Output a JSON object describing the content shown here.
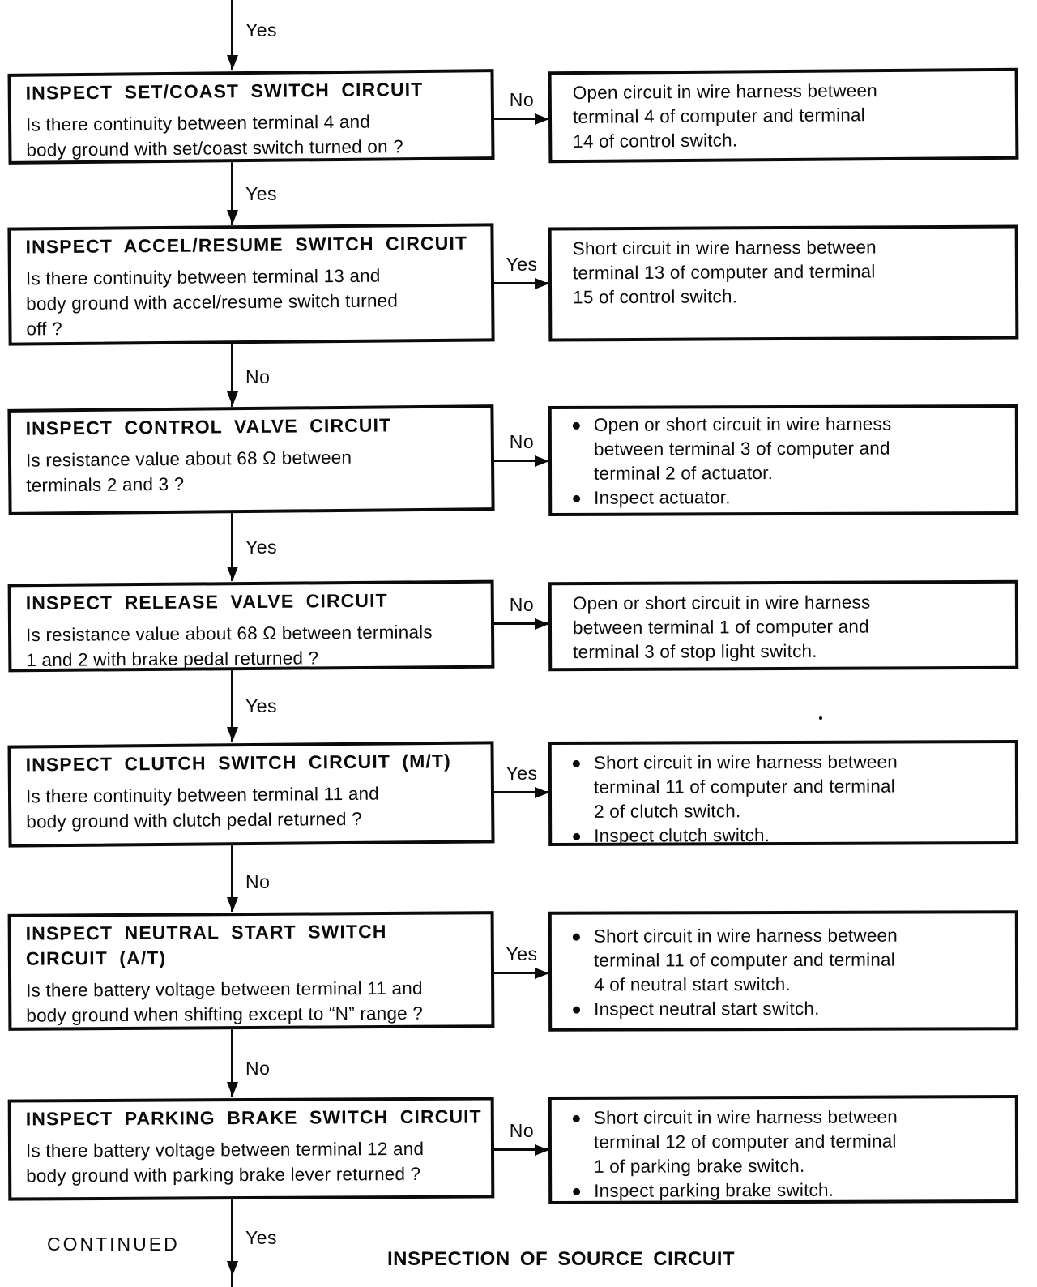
{
  "palette": {
    "ink": "#0b0b0b",
    "paper": "#ffffff"
  },
  "connectors": {
    "v0": "Yes",
    "v1": "Yes",
    "v2": "No",
    "v3": "Yes",
    "v4": "Yes",
    "v5": "No",
    "v6": "No",
    "v7": "Yes"
  },
  "rows": [
    {
      "branch": "No",
      "q_title_lines": [
        "INSPECT SET/COAST SWITCH CIRCUIT"
      ],
      "q_body_lines": [
        "Is there continuity between terminal 4 and",
        "body ground with set/coast switch turned on ?"
      ],
      "r_lines": [
        "Open circuit in wire harness between",
        "terminal 4 of computer and terminal",
        "14 of control switch."
      ]
    },
    {
      "branch": "Yes",
      "q_title_lines": [
        "INSPECT ACCEL/RESUME SWITCH CIRCUIT"
      ],
      "q_body_lines": [
        "Is there continuity between terminal 13 and",
        "body ground with accel/resume switch turned",
        "off ?"
      ],
      "r_lines": [
        "Short circuit in wire harness between",
        "terminal 13 of computer and terminal",
        "15 of control switch."
      ]
    },
    {
      "branch": "No",
      "q_title_lines": [
        "INSPECT CONTROL VALVE CIRCUIT"
      ],
      "q_body_lines": [
        "Is resistance value about 68 Ω between",
        "terminals 2 and 3 ?"
      ],
      "r_items": [
        {
          "lines": [
            "Open or short circuit in wire harness",
            "between terminal 3 of computer and",
            "terminal 2 of actuator."
          ]
        },
        {
          "lines": [
            "Inspect actuator."
          ]
        }
      ]
    },
    {
      "branch": "No",
      "q_title_lines": [
        "INSPECT RELEASE VALVE CIRCUIT"
      ],
      "q_body_lines": [
        "Is resistance value about 68 Ω between terminals",
        "1 and 2 with brake pedal returned ?"
      ],
      "r_lines": [
        "Open or short circuit in wire harness",
        "between terminal 1 of computer and",
        "terminal 3 of stop light switch."
      ]
    },
    {
      "branch": "Yes",
      "q_title_lines": [
        "INSPECT CLUTCH SWITCH CIRCUIT (M/T)"
      ],
      "q_body_lines": [
        "Is there continuity between terminal 11 and",
        "body ground with clutch pedal returned ?"
      ],
      "r_items": [
        {
          "lines": [
            "Short circuit in wire harness between",
            "terminal 11 of computer and terminal",
            "2 of clutch switch."
          ]
        },
        {
          "lines": [
            "Inspect clutch switch."
          ]
        }
      ]
    },
    {
      "branch": "Yes",
      "q_title_lines": [
        "INSPECT NEUTRAL START SWITCH",
        "CIRCUIT (A/T)"
      ],
      "q_body_lines": [
        "Is there battery voltage between terminal 11 and",
        "body ground when shifting except to “N” range ?"
      ],
      "r_items": [
        {
          "lines": [
            "Short circuit in wire harness between",
            "terminal 11 of computer and terminal",
            "4 of neutral start switch."
          ]
        },
        {
          "lines": [
            "Inspect neutral start switch."
          ]
        }
      ]
    },
    {
      "branch": "No",
      "q_title_lines": [
        "INSPECT PARKING BRAKE SWITCH CIRCUIT"
      ],
      "q_body_lines": [
        "Is there battery voltage between terminal 12 and",
        "body ground with parking brake lever returned ?"
      ],
      "r_items": [
        {
          "lines": [
            "Short circuit in wire harness between",
            "terminal 12 of computer and terminal",
            "1 of parking brake switch."
          ]
        },
        {
          "lines": [
            "Inspect parking brake switch."
          ]
        }
      ]
    }
  ],
  "footer": {
    "continued": "CONTINUED",
    "title": "INSPECTION OF SOURCE CIRCUIT"
  }
}
